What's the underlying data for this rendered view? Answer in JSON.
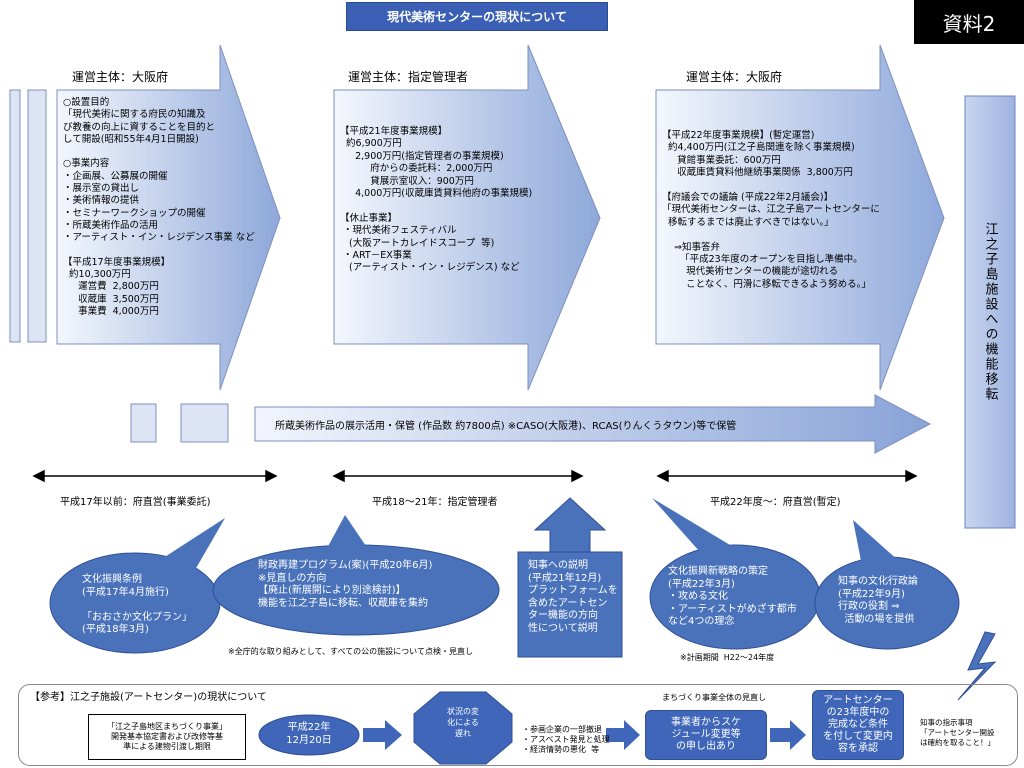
{
  "title": "現代美術センターの現状について",
  "shiryo": "資料2",
  "columns": {
    "c1": {
      "head": "運営主体：大阪府",
      "body": "○設置目的\n「現代美術に関する府民の知識及\nび教養の向上に資することを目的と\nして開設(昭和55年4月1日開設)\n\n○事業内容\n・企画展、公募展の開催\n・展示室の貸出し\n・美術情報の提供\n・セミナーワークショップの開催\n・所蔵美術作品の活用\n・アーティスト・イン・レジデンス事業 など\n\n【平成17年度事業規模】\n  約10,300万円\n     運営費  2,800万円\n     収蔵庫  3,500万円\n     事業費  4,000万円"
    },
    "c2": {
      "head": "運営主体：指定管理者",
      "body": "【平成21年度事業規模】\n  約6,900万円\n     2,900万円(指定管理者の事業規模)\n          府からの委託料：2,000万円\n          貸展示室収入：900万円\n     4,000万円(収蔵庫賃貸料他府の事業規模)\n\n【休止事業】\n ・現代美術フェスティバル\n   (大阪アートカレイドスコープ  等)\n ・ART－EX事業\n   (アーティスト・イン・レジデンス) など"
    },
    "c3": {
      "head": "運営主体：大阪府",
      "body": "【平成22年度事業規模】(暫定運営)\n  約4,400万円(江之子島関連を除く事業規模)\n     貸館事業委託：600万円\n     収蔵庫賃貸料他継続事業関係  3,800万円\n\n【府議会での議論 (平成22年2月議会)】\n「現代美術センターは、江之子島アートセンターに\n  移転するまでは廃止すべきではない。」\n\n    ⇒知事答弁\n      「平成23年度のオープンを目指し準備中。\n        現代美術センターの機能が途切れる\n        ことなく、円滑に移転できるよう努める。」"
    }
  },
  "storage_arrow": "所蔵美術作品の展示活用・保管 (作品数 約7800点) ※CASO(大阪港)、RCAS(りんくうタウン)等で保管",
  "right_vertical": "江之子島施設への機能移転",
  "periods": [
    "平成17年以前：府直営(事業委託)",
    "平成18～21年：指定管理者",
    "平成22年度～：府直営(暫定)"
  ],
  "bubbles": {
    "b1": "文化振興条例\n(平成17年4月施行)\n\n「おおさか文化プラン」\n(平成18年3月)",
    "b2": "財政再建プログラム(案)(平成20年6月)\n※見直しの方向\n【廃止(新展開により別途検討)】\n機能を江之子島に移転、収蔵庫を集約",
    "b3": "知事への説明\n(平成21年12月)\nプラットフォームを\n含めたアートセン\nター機能の方向\n性について説明",
    "b4": "文化振興新戦略の策定\n(平成22年3月)\n・攻める文化\n・アーティストがめざす都市\nなど4つの理念",
    "b5": "知事の文化行政論\n(平成22年9月)\n行政の役割 ⇒\n  活動の場を提供"
  },
  "notes": {
    "n1": "※全庁的な取り組みとして、すべての公の施設について点検・見直し",
    "n2": "※計画期間  H22～24年度"
  },
  "reference": {
    "title": "【参考】江之子施設(アートセンター)の現状について",
    "plan_box": "「江之子島地区まちづくり事業」\n開発基本協定書および改修等基\n準による建物引渡し期限",
    "date": "平成22年\n12月20日",
    "delay": "状況の変\n化による\n遅れ",
    "reasons": "・参画企業の一部撤退\n・アスベスト発見と処理\n・経済情勢の悪化  等",
    "review_label": "まちづくり事業全体の見直し",
    "schedule": "事業者からスケ\nジュール変更等\nの申し出あり",
    "approve": "アートセンター\nの23年度中の\n完成など条件\nを付して変更内\n容を承認",
    "instruction": "知事の指示事項\n「アートセンター開設\nは確約を取ること！」"
  },
  "colors": {
    "title_bg": "#3b5fb5",
    "bubble": "#4a72bb",
    "arrow_light": "#dfe6f5",
    "arrow_dark": "#93acdc"
  }
}
